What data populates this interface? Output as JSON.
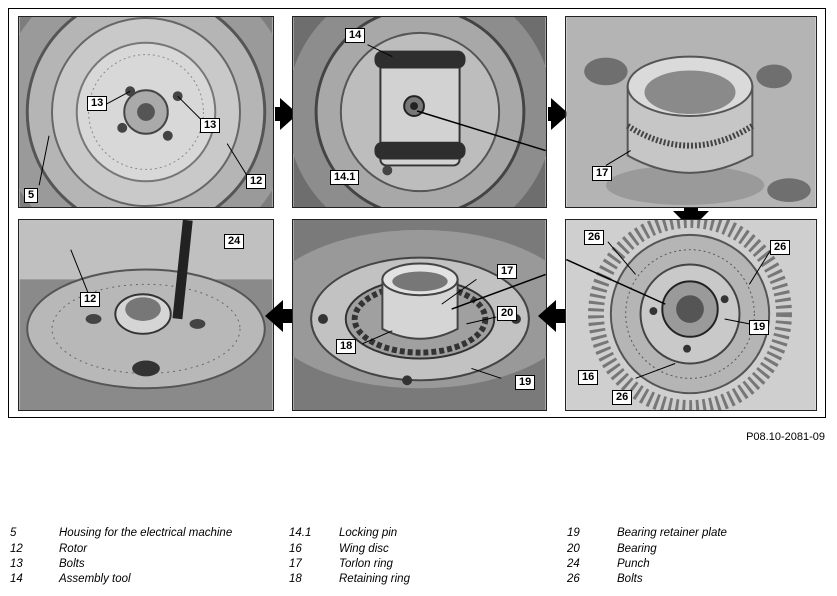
{
  "reference": "P08.10-2081-09",
  "photos": {
    "p1": {
      "callouts": [
        "13",
        "13",
        "5",
        "12"
      ]
    },
    "p2": {
      "callouts": [
        "14",
        "14.1"
      ]
    },
    "p3": {
      "callouts": [
        "17"
      ]
    },
    "p4": {
      "callouts": [
        "24",
        "12"
      ]
    },
    "p5": {
      "callouts": [
        "17",
        "20",
        "18",
        "19"
      ]
    },
    "p6": {
      "callouts": [
        "26",
        "26",
        "19",
        "16",
        "26"
      ]
    }
  },
  "legend": [
    {
      "num": "5",
      "text": "Housing for the electrical machine"
    },
    {
      "num": "12",
      "text": "Rotor"
    },
    {
      "num": "13",
      "text": "Bolts"
    },
    {
      "num": "14",
      "text": "Assembly tool"
    },
    {
      "num": "14.1",
      "text": "Locking pin"
    },
    {
      "num": "16",
      "text": "Wing disc"
    },
    {
      "num": "17",
      "text": "Torlon ring"
    },
    {
      "num": "18",
      "text": "Retaining ring"
    },
    {
      "num": "19",
      "text": "Bearing retainer plate"
    },
    {
      "num": "20",
      "text": "Bearing"
    },
    {
      "num": "24",
      "text": "Punch"
    },
    {
      "num": "26",
      "text": "Bolts"
    }
  ]
}
